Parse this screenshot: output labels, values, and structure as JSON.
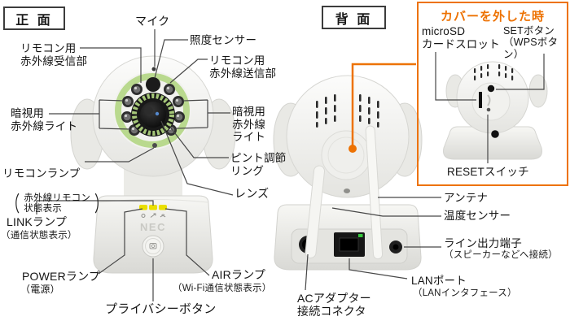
{
  "colors": {
    "accent_orange": "#ed7203",
    "ring_green": "#b9d98e",
    "lamp_yellow": "#eadf00",
    "lan_led_green": "#35c83c"
  },
  "front": {
    "title": "正 面",
    "device_brand": "NEC",
    "labels": {
      "mic": "マイク",
      "illuminance": "照度センサー",
      "ir_receiver": "リモコン用\n赤外線受信部",
      "ir_transmitter": "リモコン用\n赤外線送信部",
      "night_ir_left": "暗視用\n赤外線ライト",
      "night_ir_right": "暗視用\n赤外線\nライト",
      "remote_lamp_title": "リモコンランプ",
      "remote_lamp_paren_open": "（",
      "remote_lamp_line1": "赤外線リモコン",
      "remote_lamp_line2": "状態表示",
      "remote_lamp_paren_close": "）",
      "focus_ring": "ピント調節\nリング",
      "lens": "レンズ",
      "link_lamp": "LINKランプ",
      "link_lamp_sub": "（通信状態表示）",
      "power_lamp": "POWERランプ",
      "power_lamp_sub": "（電源）",
      "air_lamp": "AIRランプ",
      "air_lamp_sub": "（Wi-Fi通信状態表示）",
      "privacy_button": "プライバシーボタン"
    }
  },
  "back": {
    "title": "背 面",
    "labels": {
      "antenna": "アンテナ",
      "temp_sensor": "温度センサー",
      "line_out": "ライン出力端子",
      "line_out_sub": "（スピーカーなどへ接続）",
      "lan_port": "LANポート",
      "lan_port_sub": "（LANインタフェース）",
      "ac_adapter": "ACアダプター\n接続コネクタ"
    }
  },
  "cover_panel": {
    "title": "カバーを外した時",
    "labels": {
      "microsd": "microSD\nカードスロット",
      "set_button": "SETボタン\n（WPSボタン）",
      "reset_switch": "RESETスイッチ"
    }
  }
}
